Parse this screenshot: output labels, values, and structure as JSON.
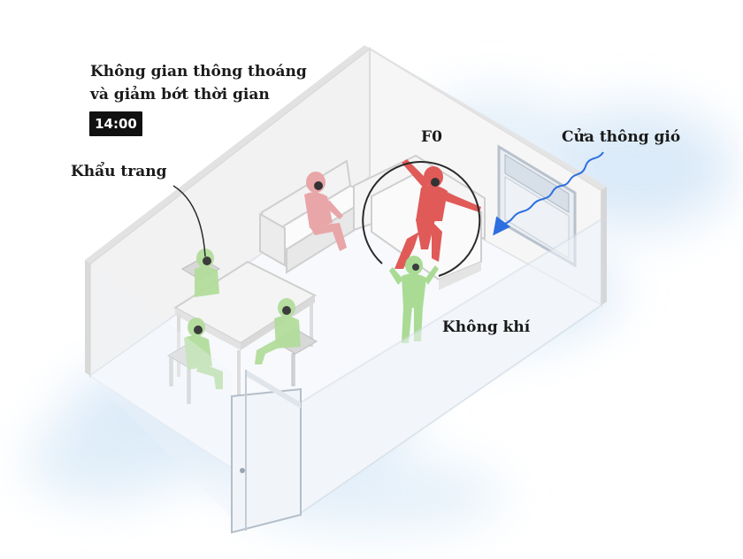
{
  "labels": {
    "title_line1": "Không gian thông thoáng",
    "title_line2": "và giảm bớt thời gian",
    "clock": "14:00",
    "mask": "Khẩu trang",
    "infected": "F0",
    "vent": "Cửa thông gió",
    "air": "Không khí"
  },
  "colors": {
    "infected_person": "#e05a58",
    "seated_pink": "#e8a6a8",
    "healthy_person": "#9fd68a",
    "airflow": "#2d6fe0",
    "wall": "#f1f1f1",
    "wall_edge": "#d6d6d6",
    "floor_haze": "#cfe3f6"
  },
  "icons": [
    "window-icon",
    "door-icon",
    "sofa-icon",
    "table-icon",
    "chair-icon",
    "person-icon",
    "airflow-arrow-icon"
  ]
}
